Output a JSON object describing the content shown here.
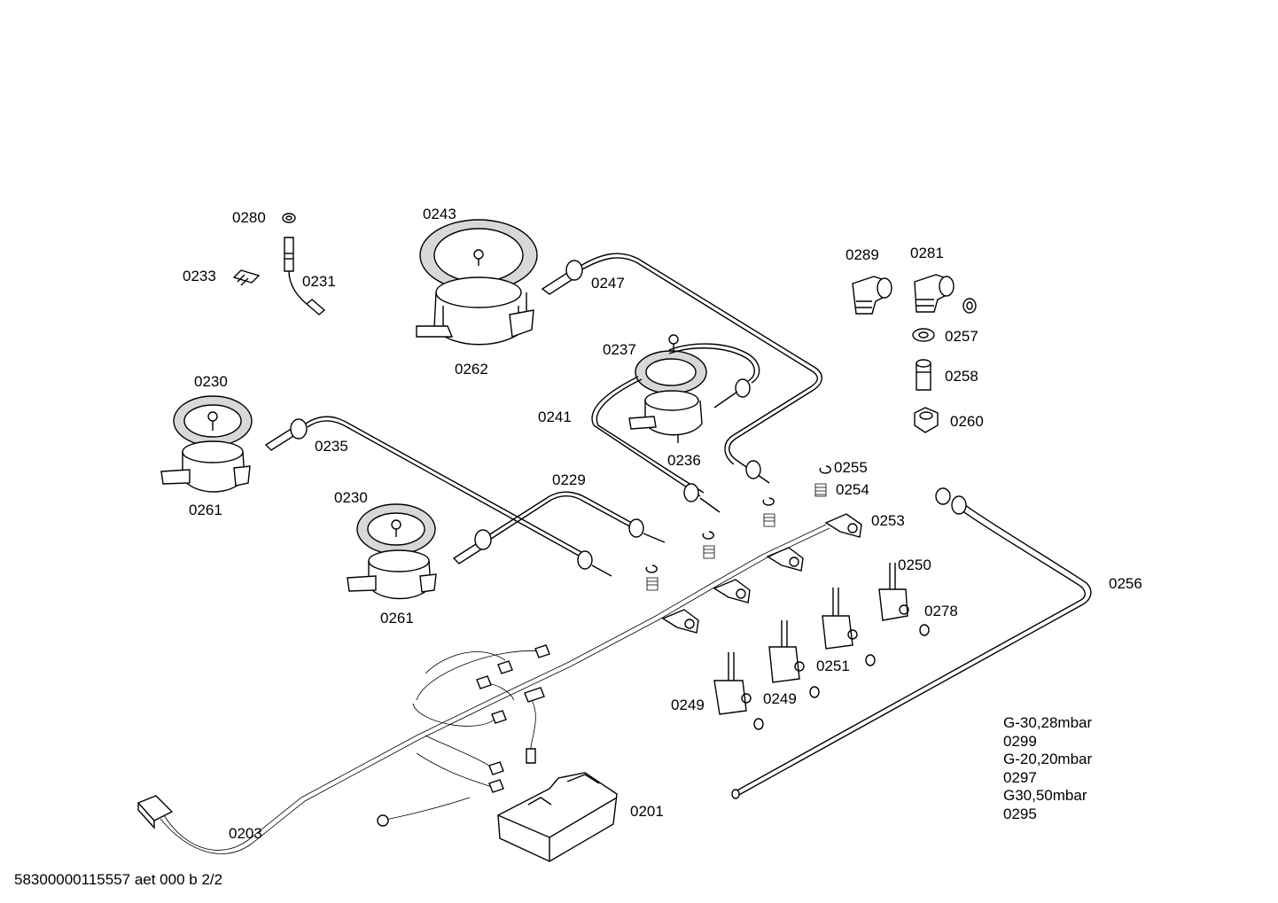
{
  "labels": {
    "l0280": "0280",
    "l0233": "0233",
    "l0231": "0231",
    "l0243": "0243",
    "l0247": "0247",
    "l0262": "0262",
    "l0289": "0289",
    "l0281": "0281",
    "l0257": "0257",
    "l0258": "0258",
    "l0260": "0260",
    "l0237": "0237",
    "l0241": "0241",
    "l0236": "0236",
    "l0230a": "0230",
    "l0235": "0235",
    "l0261a": "0261",
    "l0255": "0255",
    "l0254": "0254",
    "l0253": "0253",
    "l0229": "0229",
    "l0230b": "0230",
    "l0261b": "0261",
    "l0250": "0250",
    "l0256": "0256",
    "l0278": "0278",
    "l0251": "0251",
    "l0249a": "0249",
    "l0249b": "0249",
    "l0201": "0201",
    "l0203": "0203"
  },
  "notes": [
    "G-30,28mbar",
    "0299",
    "G-20,20mbar",
    "0297",
    "G30,50mbar",
    "0295"
  ],
  "footer": "58300000115557 aet 000 b 2/2"
}
